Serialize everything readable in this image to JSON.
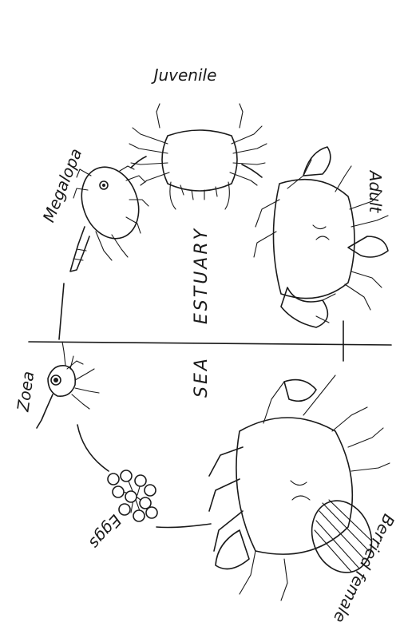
{
  "labels": {
    "juvenile": "Juvenile",
    "megalopa": "Megalopa",
    "adult": "Adult",
    "zoea": "Zoea",
    "eggs": "Eggs",
    "berried_female": "Berried female"
  },
  "zones": {
    "estuary": "ESTUARY",
    "sea": "SEA"
  },
  "colors": {
    "ink": "#1a1a1a",
    "paper": "#ffffff"
  }
}
